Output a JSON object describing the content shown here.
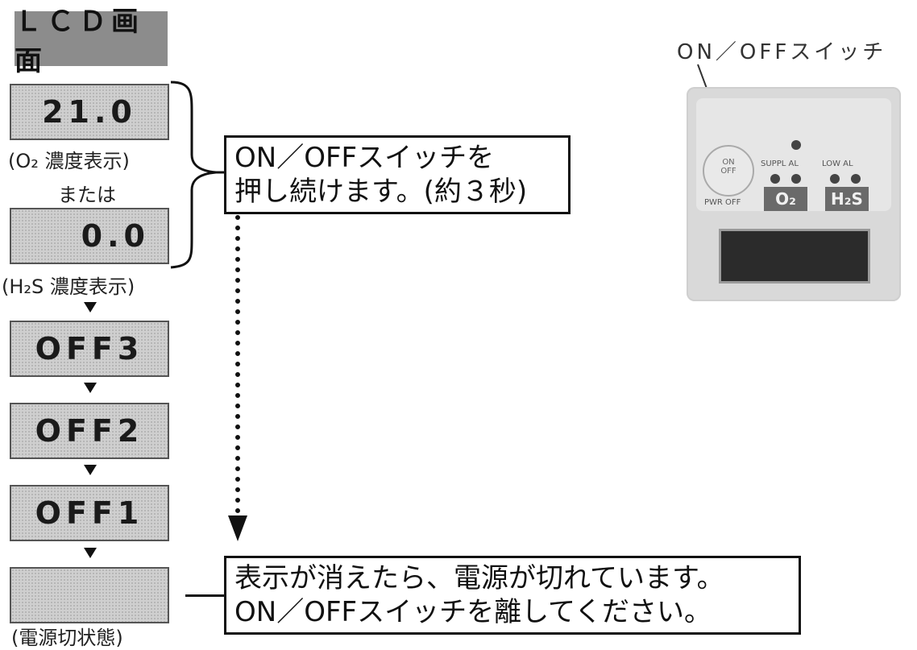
{
  "lcd_title": "ＬＣＤ画面",
  "states": {
    "o2_value": "21.0",
    "o2_caption": "(O₂ 濃度表示)",
    "or_text": "または",
    "h2s_value": "0.0",
    "h2s_caption": "(H₂S 濃度表示)",
    "off3": "OFF3",
    "off2": "OFF2",
    "off1": "OFF1",
    "blank_caption": "(電源切状態)"
  },
  "instruction_1": {
    "line1": "ON／OFFスイッチを",
    "line2": "押し続けます。(約３秒)"
  },
  "instruction_2": {
    "line1": "表示が消えたら、電源が切れています。",
    "line2": "ON／OFFスイッチを離してください。"
  },
  "switch_label": "ON／OFFスイッチ",
  "device": {
    "btn_text_on": "ON",
    "btn_text_off": "OFF",
    "badge_o2": "O₂",
    "badge_h2s": "H₂S",
    "small_power_off": "PWR OFF",
    "small_o2": "SUPPL AL",
    "small_h2s": "LOW AL",
    "colors": {
      "body": "#d9d9d9",
      "screen": "#2b2b2b",
      "badge": "#6a6a6a"
    }
  }
}
